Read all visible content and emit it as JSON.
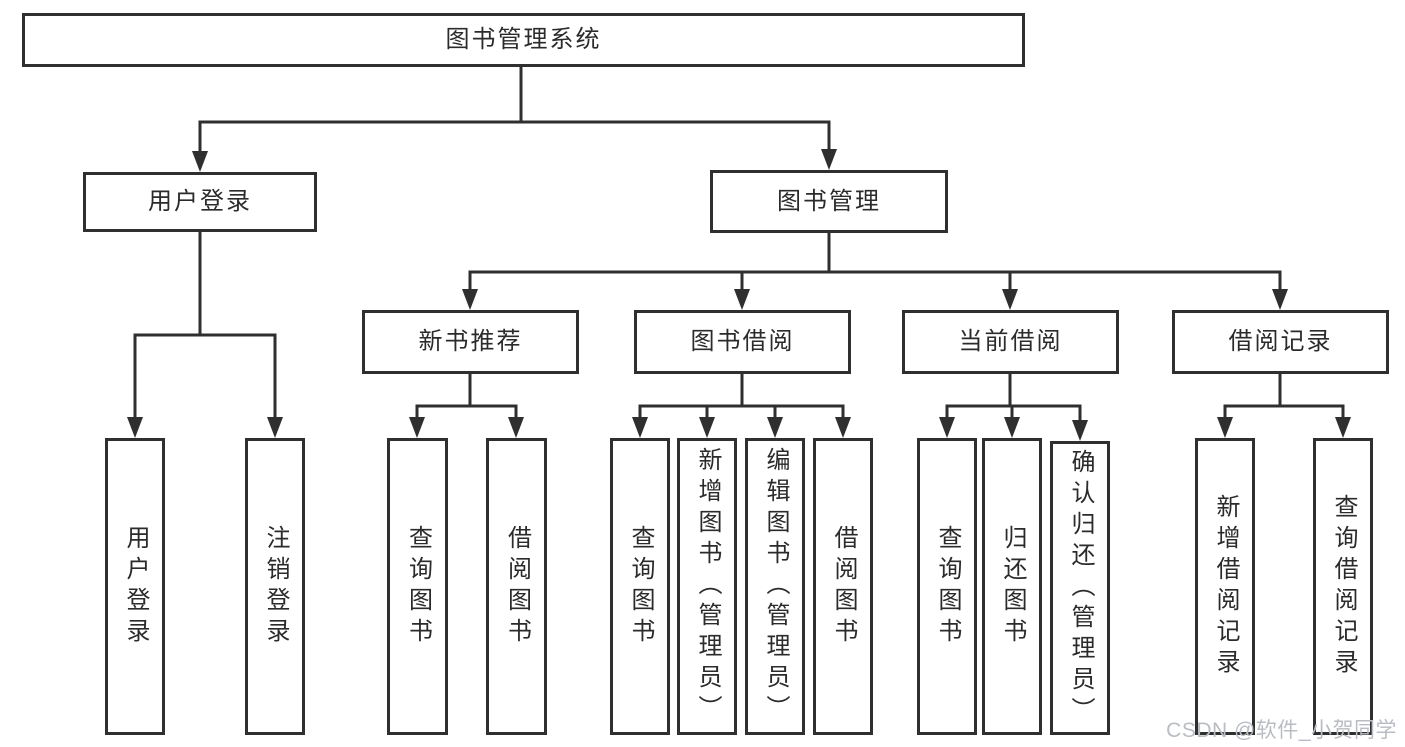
{
  "tree": {
    "label": "图书管理系统",
    "children": [
      {
        "label": "用户登录",
        "children": [
          {
            "label": "用户登录"
          },
          {
            "label": "注销登录"
          }
        ]
      },
      {
        "label": "图书管理",
        "children": [
          {
            "label": "新书推荐",
            "children": [
              {
                "label": "查询图书"
              },
              {
                "label": "借阅图书"
              }
            ]
          },
          {
            "label": "图书借阅",
            "children": [
              {
                "label": "查询图书"
              },
              {
                "label": "新增图书（管理员）"
              },
              {
                "label": "编辑图书（管理员）"
              },
              {
                "label": "借阅图书"
              }
            ]
          },
          {
            "label": "当前借阅",
            "children": [
              {
                "label": "查询图书"
              },
              {
                "label": "归还图书"
              },
              {
                "label": "确认归还（管理员）"
              }
            ]
          },
          {
            "label": "借阅记录",
            "children": [
              {
                "label": "新增借阅记录"
              },
              {
                "label": "查询借阅记录"
              }
            ]
          }
        ]
      }
    ]
  },
  "watermark": "CSDN @软件_小贺同学",
  "colors": {
    "line": "#2f2f2f",
    "box_border": "#2f2f2f",
    "box_background": "#ffffff",
    "text": "#2b2b2b",
    "watermark_text": "#b9bdc3",
    "page_background": "#ffffff"
  }
}
